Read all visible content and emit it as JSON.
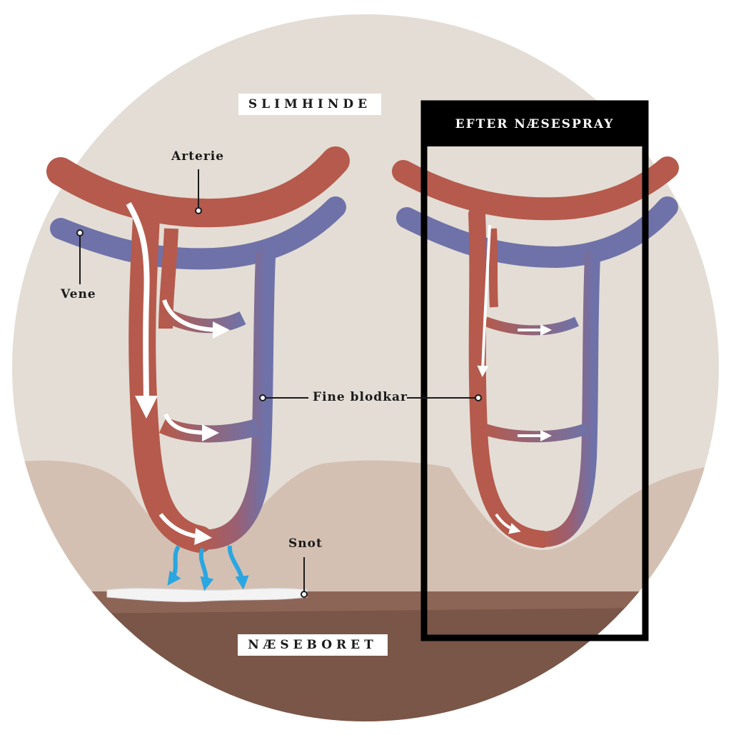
{
  "labels": {
    "slimhinde": "SLIMHINDE",
    "naeseboret": "NÆSEBORET",
    "after_nasal_spray": "EFTER NÆSESPRAY"
  },
  "callouts": {
    "arterie": "Arterie",
    "vene": "Vene",
    "fine_blodkar": "Fine blodkar",
    "snot": "Snot"
  },
  "colors": {
    "background_disc": "#e3ddd5",
    "tissue": "#d4c0b2",
    "nostril": "#7a5648",
    "artery": "#b55a4c",
    "vein": "#6f72a8",
    "flow_arrow": "#ffffff",
    "mucus_arrow": "#2aa6e0",
    "frame": "#000000"
  }
}
